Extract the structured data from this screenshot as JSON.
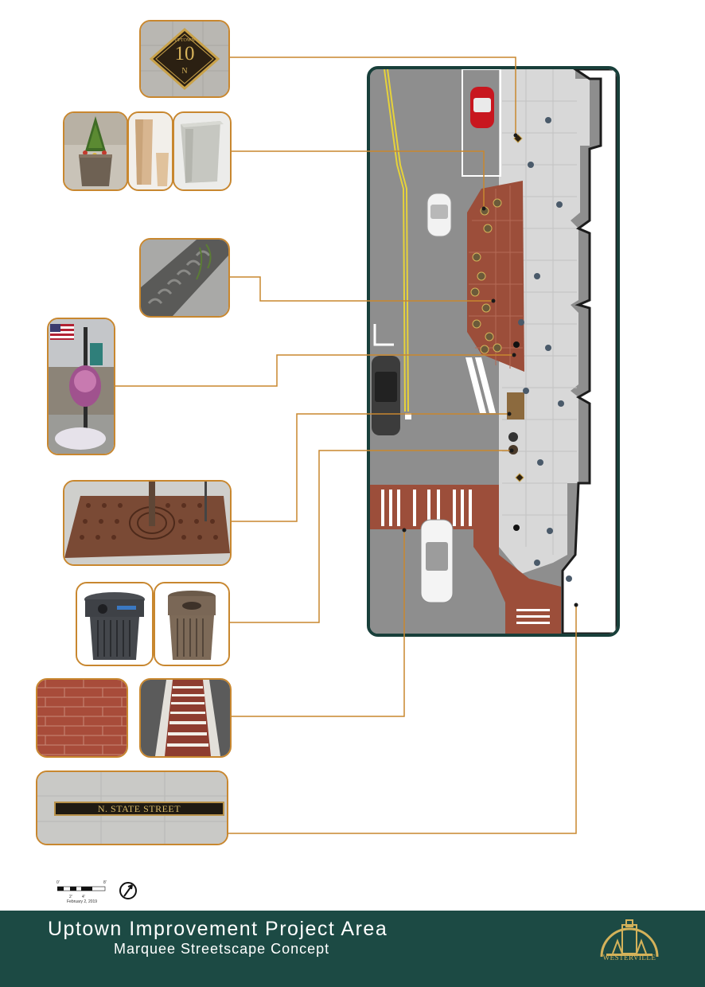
{
  "header": {
    "title": "Uptown Improvement Project Area",
    "subtitle": "Marquee Streetscape Concept"
  },
  "logo": {
    "text": "WESTERVILLE",
    "icon": "westerville-city-seal-icon"
  },
  "scale": {
    "date": "February 2, 2019",
    "ticks": [
      "0'",
      "2'",
      "4'",
      "8'"
    ]
  },
  "callouts": {
    "wayfinding_medallion": {
      "top_text": "UPTOWN",
      "number": "10",
      "direction": "N"
    },
    "street_name_marker": {
      "text": "N. STATE STREET"
    }
  },
  "colors": {
    "frame_border": "#c8872f",
    "leader_line": "#c8872f",
    "footer": "#1c4a44",
    "brick": "#9c4e3a",
    "sidewalk": "#d8d8d8",
    "road": "#8e8e8e"
  }
}
